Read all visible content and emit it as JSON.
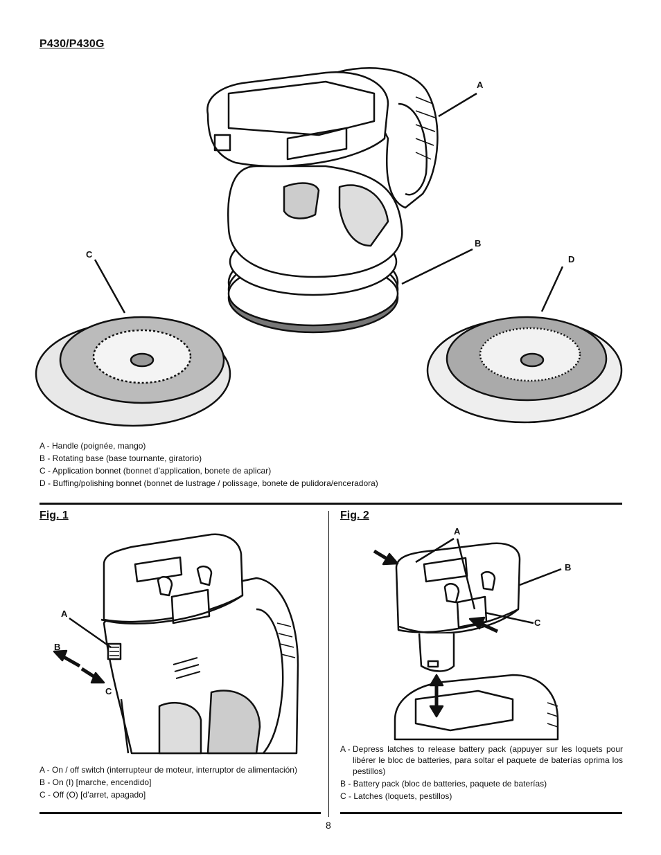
{
  "header": {
    "model": "P430/P430G"
  },
  "main_figure": {
    "callouts": {
      "a": "A",
      "b": "B",
      "c": "C",
      "d": "D"
    },
    "legend": [
      "A - Handle (poignée, mango)",
      "B - Rotating base (base tournante, giratorio)",
      "C - Application bonnet (bonnet d’application, bonete de aplicar)",
      "D - Buffing/polishing bonnet (bonnet de lustrage / polissage, bonete de pulidora/enceradora)"
    ]
  },
  "fig1": {
    "title": "Fig. 1",
    "callouts": {
      "a": "A",
      "b": "B",
      "c": "C"
    },
    "legend": [
      "A - On / off switch (interrupteur de moteur, interruptor de alimentación)",
      "B - On (I) [marche, encendido]",
      "C - Off (O) [d’arret, apagado]"
    ]
  },
  "fig2": {
    "title": "Fig. 2",
    "callouts": {
      "a": "A",
      "b": "B",
      "c": "C"
    },
    "legend": [
      {
        "key": "A - ",
        "text": "Depress latches to release battery pack (appuyer sur les loquets pour libérer le bloc de batteries, para soltar el paquete de baterías oprima los pestillos)"
      },
      {
        "key": "B - ",
        "text": "Battery pack (bloc de batteries, paquete de baterías)"
      },
      {
        "key": "C - ",
        "text": "Latches (loquets, pestillos)"
      }
    ]
  },
  "footer": {
    "page_number": "8"
  }
}
